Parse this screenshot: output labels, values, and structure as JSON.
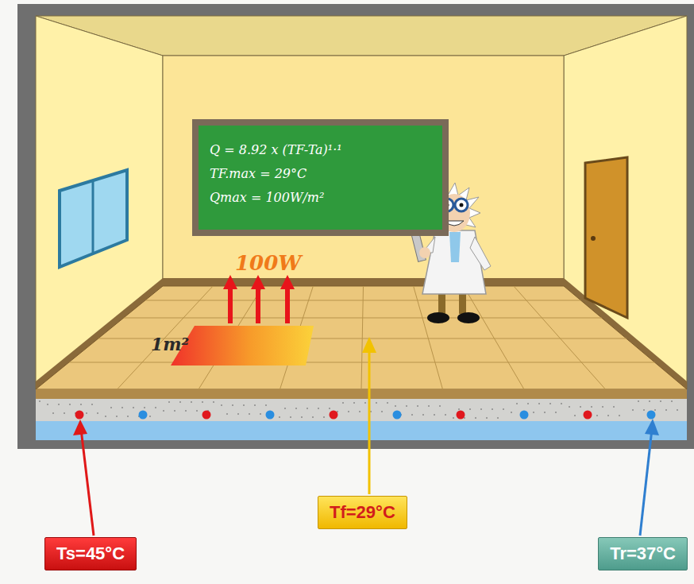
{
  "diagram": {
    "nodes": [
      {
        "text": [
          "Q = 8.92 x (TF-Ta)¹·¹",
          "TF.max = 29°C",
          "Qmax = 100W/m²"
        ]
      },
      {
        "text": [
          "Tf=29°C"
        ]
      },
      {
        "text": [
          "Ts=45°C"
        ]
      },
      {
        "text": [
          "Tr=37°C"
        ]
      }
    ],
    "labels": [
      "100W",
      "1m²"
    ]
  }
}
